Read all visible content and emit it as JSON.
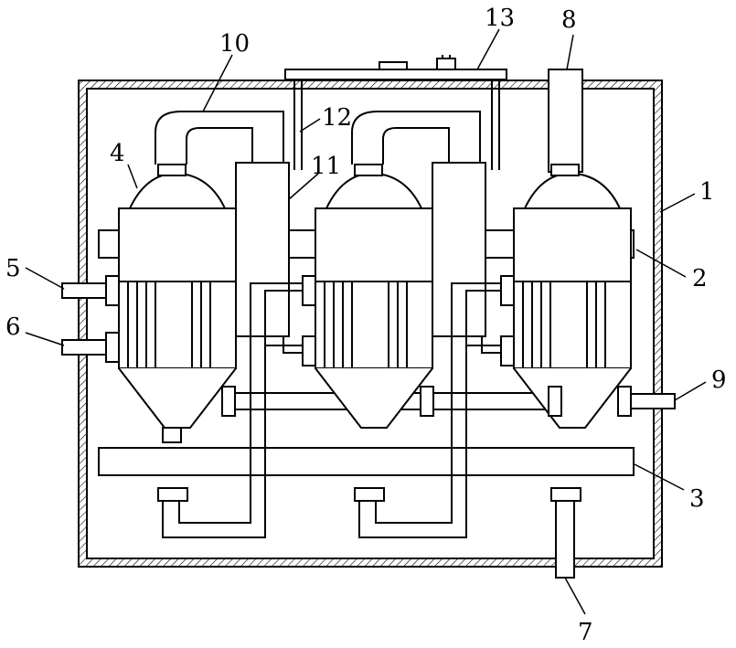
{
  "figure": {
    "type": "patent-drawing",
    "subject": "three-effect evaporator assembly inside a hatched housing",
    "colors": {
      "line": "#000000",
      "background": "#ffffff"
    },
    "labels": [
      {
        "id": "L1",
        "text": "1"
      },
      {
        "id": "L2",
        "text": "2"
      },
      {
        "id": "L3",
        "text": "3"
      },
      {
        "id": "L4",
        "text": "4"
      },
      {
        "id": "L5",
        "text": "5"
      },
      {
        "id": "L6",
        "text": "6"
      },
      {
        "id": "L7",
        "text": "7"
      },
      {
        "id": "L8",
        "text": "8"
      },
      {
        "id": "L9",
        "text": "9"
      },
      {
        "id": "L10",
        "text": "10"
      },
      {
        "id": "L11",
        "text": "11"
      },
      {
        "id": "L12",
        "text": "12"
      },
      {
        "id": "L13",
        "text": "13"
      }
    ]
  }
}
